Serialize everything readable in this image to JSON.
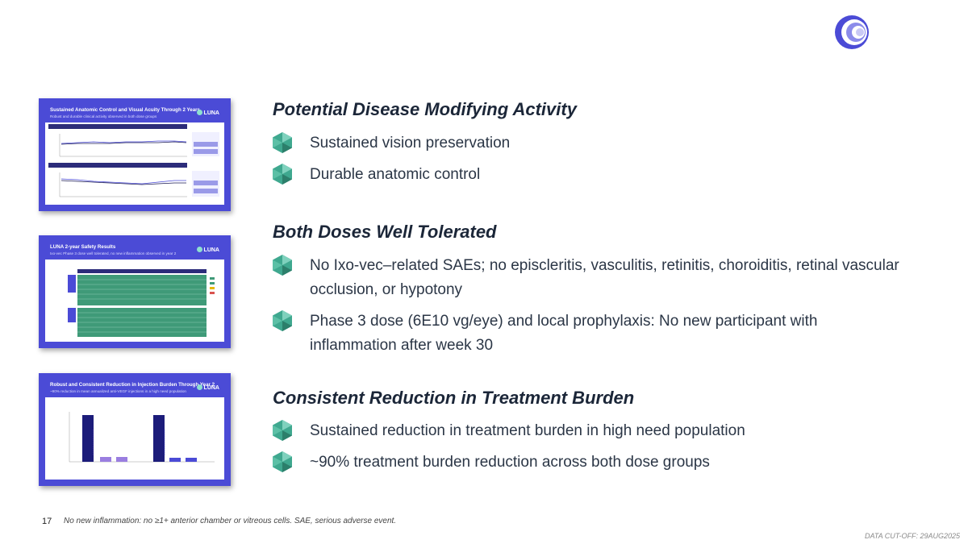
{
  "brand_colors": {
    "accent": "#4b4bd6",
    "gem": "#3fa88f",
    "text": "#1b2638"
  },
  "logo_icon": "circular-swirl-logo-icon",
  "sections": [
    {
      "title": "Potential Disease Modifying Activity",
      "bullets": [
        "Sustained vision preservation",
        "Durable anatomic control"
      ]
    },
    {
      "title": "Both Doses Well Tolerated",
      "bullets": [
        "No Ixo-vec–related SAEs; no episcleritis, vasculitis, retinitis, choroiditis, retinal vascular occlusion, or hypotony",
        "Phase 3 dose (6E10 vg/eye) and local prophylaxis: No new participant with inflammation after week 30"
      ]
    },
    {
      "title": "Consistent Reduction in Treatment Burden",
      "bullets": [
        "Sustained reduction in treatment burden in high need population",
        "~90% treatment burden reduction across both dose groups"
      ]
    }
  ],
  "thumbnails": [
    {
      "title": "Sustained Anatomic Control and Visual Acuity Through 2 Years",
      "subtitle": "Robust and durable clinical activity observed in both dose groups",
      "brand": "LUNA"
    },
    {
      "title": "LUNA 2-year Safety Results",
      "subtitle": "Ixo-vec Phase 3 dose well tolerated, no new inflammation observed in year 2",
      "brand": "LUNA"
    },
    {
      "title": "Robust and Consistent Reduction in Injection Burden Through Year 2",
      "subtitle": "~90% reduction in mean annualized anti-VEGF injections in a high need population",
      "brand": "LUNA"
    }
  ],
  "footer": {
    "page_number": "17",
    "footnote": "No new inflammation: no ≥1+ anterior chamber or vitreous cells. SAE, serious adverse event.",
    "cutoff": "DATA CUT-OFF: 29AUG2025"
  }
}
